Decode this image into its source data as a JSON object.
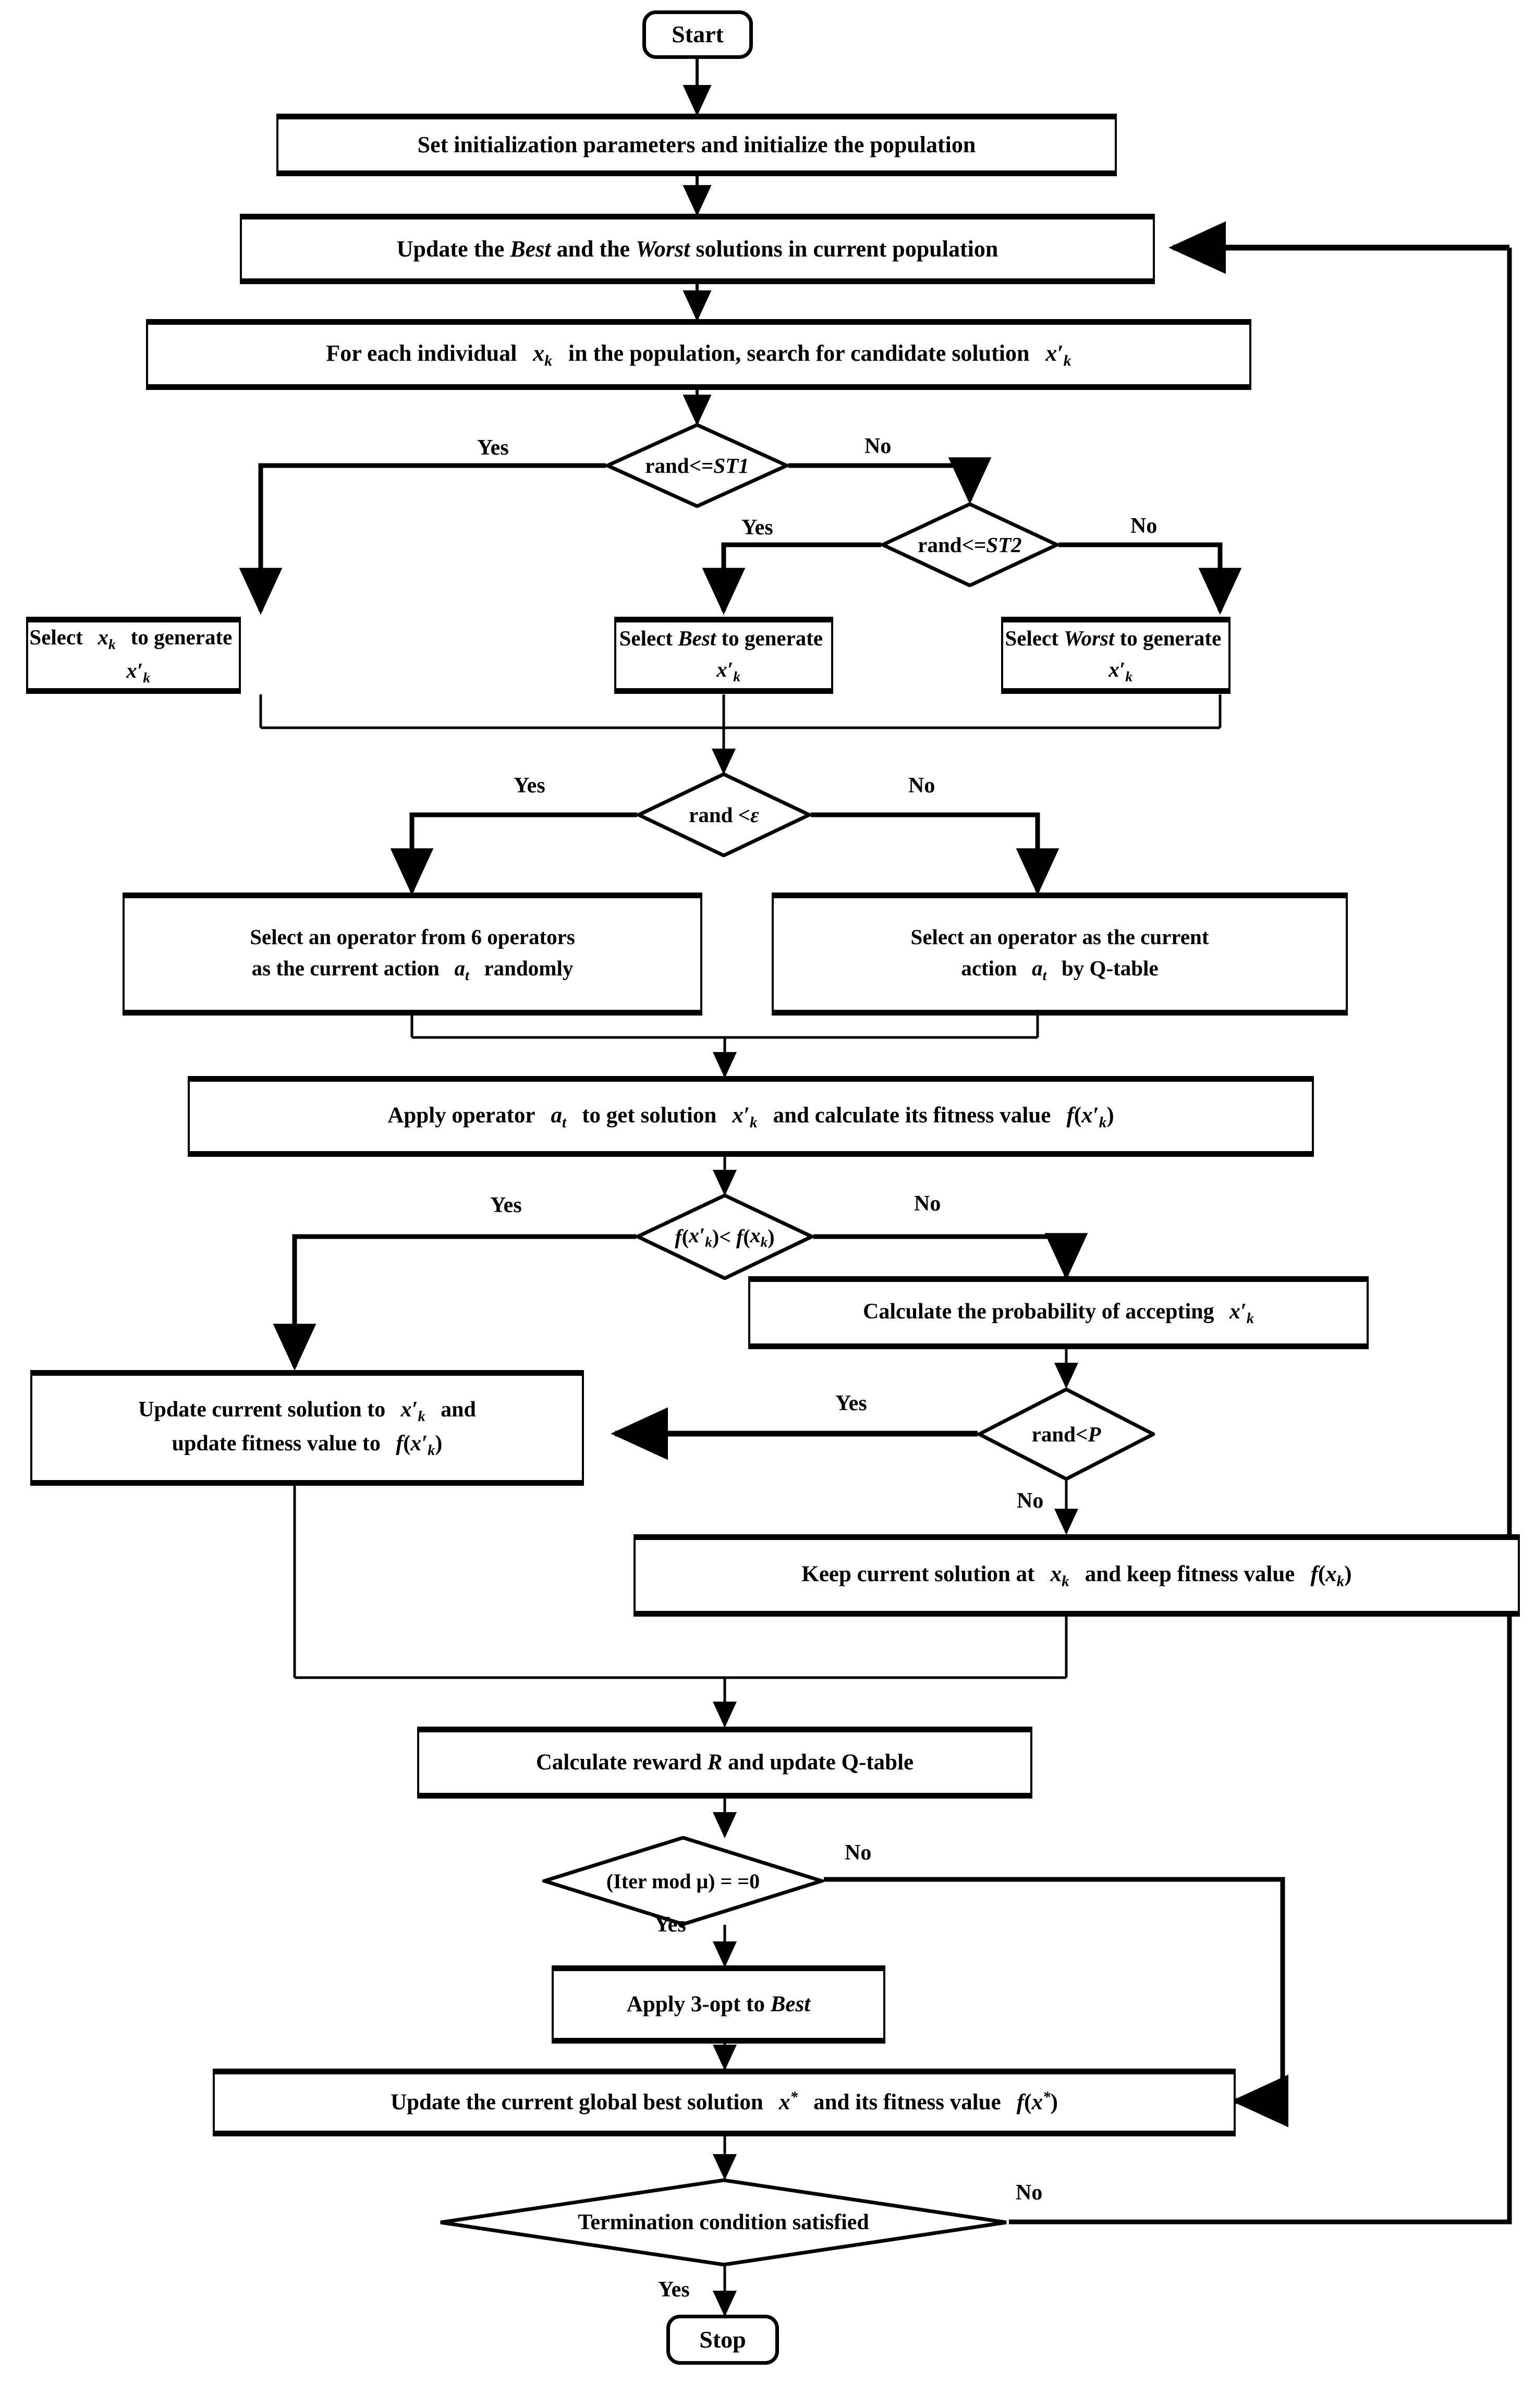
{
  "diagram": {
    "title": "Q-learning based hybrid metaheuristic algorithm flowchart",
    "type": "flowchart",
    "stroke_color": "#000000",
    "fill_color": "#ffffff",
    "nodes": {
      "start": {
        "label": "Start",
        "shape": "terminator"
      },
      "init": {
        "label": "Set initialization parameters and initialize the population",
        "shape": "process"
      },
      "update_best_worst": {
        "label": "Update the Best and the Worst solutions in current population",
        "shape": "process"
      },
      "for_each": {
        "label": "For each individual  xₖ  in the population, search for candidate solution  x′ₖ",
        "shape": "process"
      },
      "d_st1": {
        "label": "rand<=ST1",
        "shape": "decision"
      },
      "d_st2": {
        "label": "rand<=ST2",
        "shape": "decision"
      },
      "sel_xk": {
        "label": "Select  xₖ  to generate  x′ₖ",
        "shape": "process"
      },
      "sel_best": {
        "label": "Select Best to generate  x′ₖ",
        "shape": "process"
      },
      "sel_worst": {
        "label": "Select Worst to generate  x′ₖ",
        "shape": "process"
      },
      "d_eps": {
        "label": "rand < ε",
        "shape": "decision"
      },
      "op_random": {
        "label": "Select an operator from 6 operators as the current action  aₜ  randomly",
        "shape": "process"
      },
      "op_qtable": {
        "label": "Select an operator as the current action  aₜ  by Q-table",
        "shape": "process"
      },
      "apply_op": {
        "label": "Apply operator  aₜ  to get solution  x′ₖ  and calculate its fitness value  f(x′ₖ)",
        "shape": "process"
      },
      "d_fit": {
        "label": "f(x′ₖ)< f(xₖ)",
        "shape": "decision"
      },
      "calc_prob": {
        "label": "Calculate the probability of accepting  x′ₖ",
        "shape": "process"
      },
      "d_randp": {
        "label": "rand<P",
        "shape": "decision"
      },
      "upd_sol": {
        "label": "Update current solution to  x′ₖ  and update fitness value to  f(x′ₖ)",
        "shape": "process"
      },
      "keep_sol": {
        "label": "Keep current solution at  xₖ  and keep fitness value  f(xₖ)",
        "shape": "process"
      },
      "calc_reward": {
        "label": "Calculate reward R and update Q-table",
        "shape": "process"
      },
      "d_iter": {
        "label": "(Iter mod μ) = =0",
        "shape": "decision"
      },
      "apply_3opt": {
        "label": "Apply 3-opt to Best",
        "shape": "process"
      },
      "upd_global": {
        "label": "Update the current global best solution  x*  and its fitness value  f(x*)",
        "shape": "process"
      },
      "d_term": {
        "label": "Termination condition satisfied",
        "shape": "decision"
      },
      "stop": {
        "label": "Stop",
        "shape": "terminator"
      }
    },
    "edge_labels": {
      "st1_yes": "Yes",
      "st1_no": "No",
      "st2_yes": "Yes",
      "st2_no": "No",
      "eps_yes": "Yes",
      "eps_no": "No",
      "fit_yes": "Yes",
      "fit_no": "No",
      "randp_yes": "Yes",
      "randp_no": "No",
      "iter_no": "No",
      "iter_yes": "Yes",
      "term_no": "No",
      "term_yes": "Yes"
    }
  }
}
